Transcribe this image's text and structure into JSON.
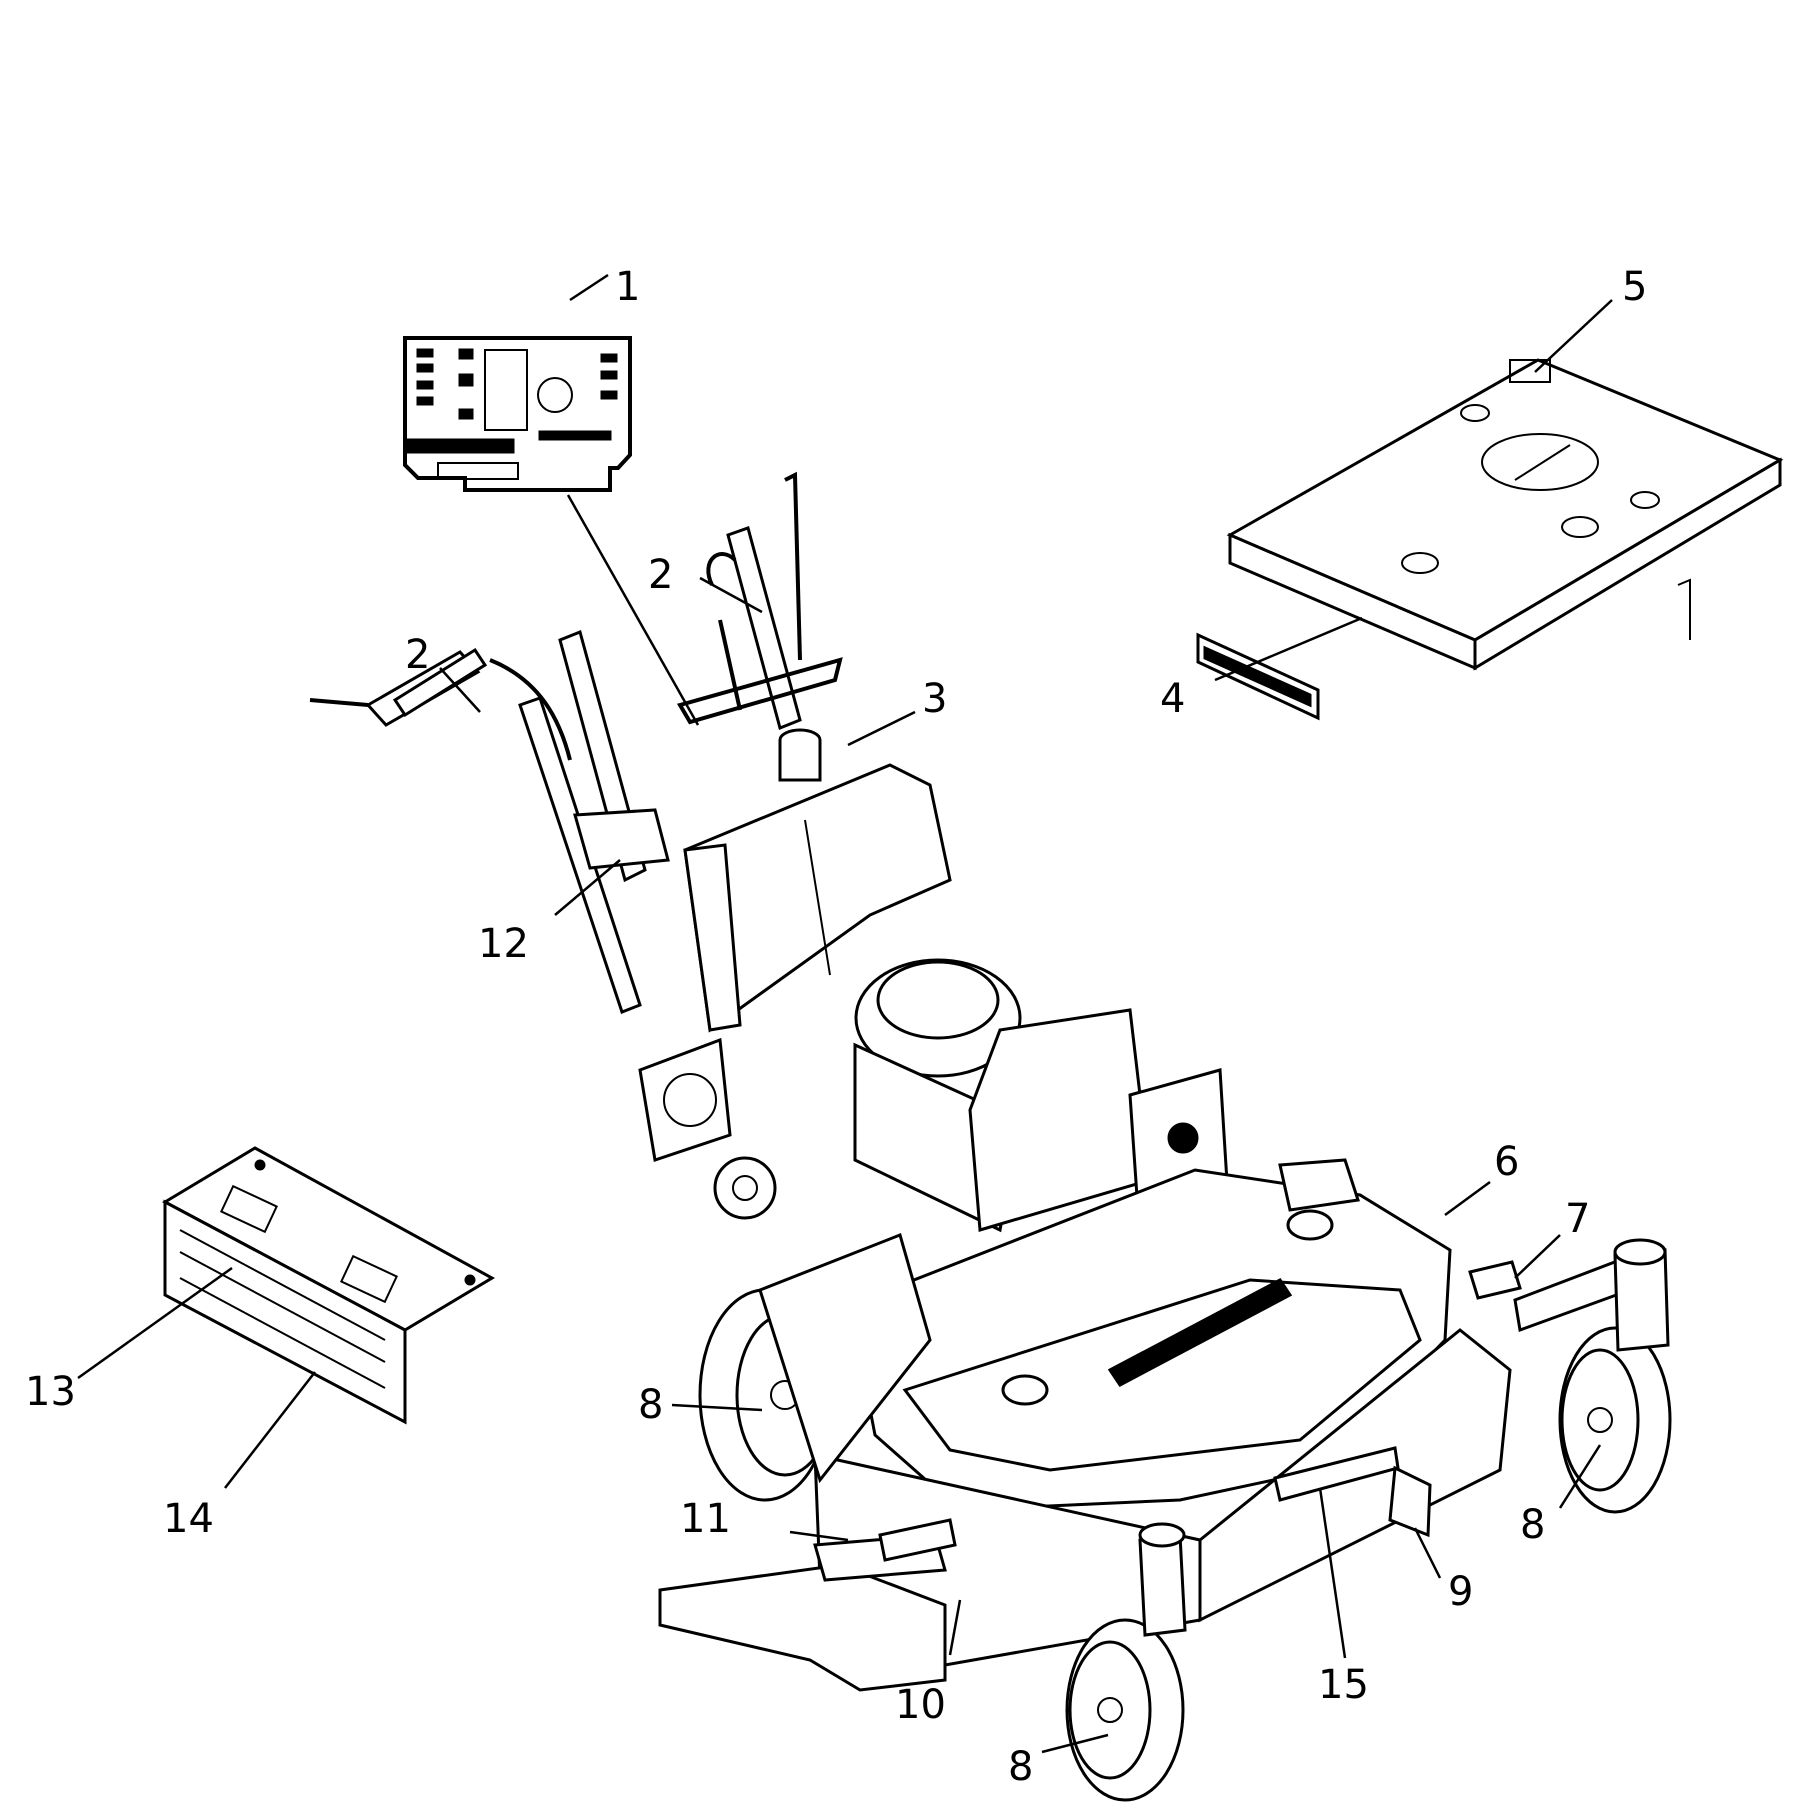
{
  "callouts": {
    "c1": "1",
    "c2a": "2",
    "c2b": "2",
    "c3": "3",
    "c4": "4",
    "c5": "5",
    "c6": "6",
    "c7": "7",
    "c8a": "8",
    "c8b": "8",
    "c8c": "8",
    "c9": "9",
    "c10": "10",
    "c11": "11",
    "c12": "12",
    "c13": "13",
    "c14": "14",
    "c15": "15"
  },
  "colors": {
    "ink": "#000000",
    "paper": "#ffffff"
  }
}
